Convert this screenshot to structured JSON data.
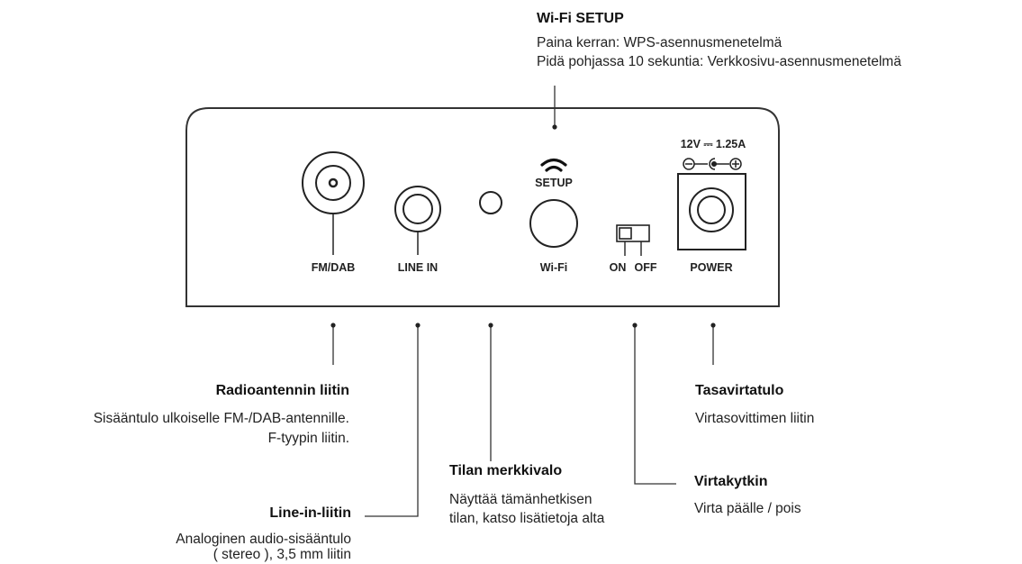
{
  "wifi_setup": {
    "title": "Wi-Fi SETUP",
    "line1": "Paina kerran: WPS-asennusmenetelmä",
    "line2": "Pidä pohjassa 10 sekuntia: Verkkosivu-asennusmenetelmä"
  },
  "panel": {
    "fm_dab": "FM/DAB",
    "line_in": "LINE IN",
    "setup": "SETUP",
    "wifi": "Wi-Fi",
    "on": "ON",
    "off": "OFF",
    "power_rating": "12V ⎓ 1.25A",
    "power": "POWER"
  },
  "callouts": {
    "antenna": {
      "title": "Radioantennin liitin",
      "line1": "Sisääntulo ulkoiselle FM-/DAB-antennille.",
      "line2": "F-tyypin liitin."
    },
    "line_in": {
      "title": "Line-in-liitin",
      "line1": "Analoginen audio-sisääntulo",
      "line2": "( stereo ), 3,5 mm liitin"
    },
    "status": {
      "title": "Tilan merkkivalo",
      "line1": "Näyttää tämänhetkisen",
      "line2": "tilan, katso lisätietoja alta"
    },
    "switch": {
      "title": "Virtakytkin",
      "line1": "Virta päälle / pois"
    },
    "dc_in": {
      "title": "Tasavirtatulo",
      "line1": "Virtasovittimen liitin"
    }
  }
}
